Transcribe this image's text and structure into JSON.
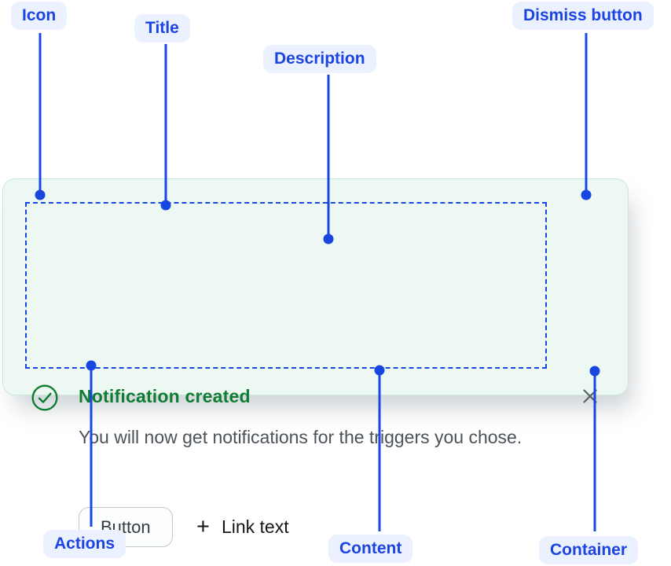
{
  "diagram": {
    "callouts": [
      {
        "id": "icon",
        "label": "Icon"
      },
      {
        "id": "title",
        "label": "Title"
      },
      {
        "id": "description",
        "label": "Description"
      },
      {
        "id": "dismiss-button",
        "label": "Dismiss button"
      },
      {
        "id": "actions",
        "label": "Actions"
      },
      {
        "id": "content",
        "label": "Content"
      },
      {
        "id": "container",
        "label": "Container"
      }
    ]
  },
  "notification": {
    "title": "Notification created",
    "description": "You will now get notifications for the triggers you chose.",
    "actions": {
      "button_label": "Button",
      "link_prefix_glyph": "+",
      "link_label": "Link text"
    },
    "icons": {
      "status": "check-circle-icon",
      "link_prefix": "plus-icon",
      "dismiss": "close-icon"
    }
  },
  "colors": {
    "callout_blue": "#1747E0",
    "callout_pill_bg": "#EBF1FE",
    "callout_pill_text": "#1B44E0",
    "success_green": "#0E7D33",
    "card_bg": "#EEF8F2",
    "card_border": "#CBE9DB",
    "description_text": "#4A525A",
    "dismiss_gray": "#59636D",
    "button_border": "#C3C9CF"
  }
}
